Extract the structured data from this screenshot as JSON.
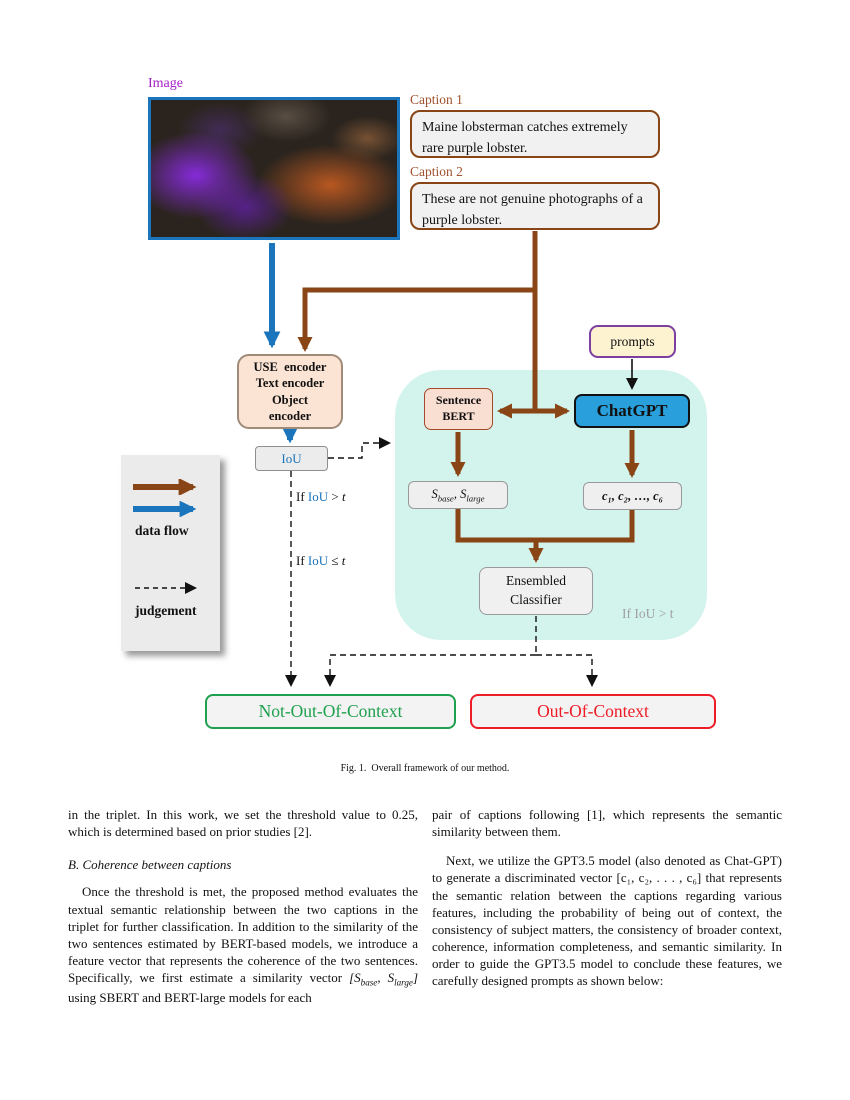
{
  "figure": {
    "image_label": "Image",
    "captions": {
      "label1": "Caption 1",
      "text1": "Maine lobsterman catches extremely rare purple lobster.",
      "label2": "Caption 2",
      "text2": "These are not genuine photographs of a purple lobster."
    },
    "prompts_label": "prompts",
    "use_encoder_lines": [
      "USE  encoder",
      "Text encoder",
      "Object",
      "encoder"
    ],
    "iou_label": "IoU",
    "sentence_bert_lines": [
      "Sentence",
      "BERT"
    ],
    "chatgpt_label": "ChatGPT",
    "svec": {
      "p1": "S",
      "s1": "base",
      "sep": ", ",
      "p2": "S",
      "s2": "large"
    },
    "cvec": "c₁, c₂, …, c₆",
    "ensembled_lines": [
      "Ensembled",
      "Classifier"
    ],
    "cond_gt": {
      "if": "If ",
      "iou": "IoU",
      "op": " > ",
      "t": "t"
    },
    "cond_le": {
      "if": "If ",
      "iou": "IoU",
      "op": " ≤ ",
      "t": "t"
    },
    "cond_inner": "If IoU > t",
    "legend": {
      "data_flow": "data flow",
      "judgement": "judgement"
    },
    "not_ooc": "Not-Out-Of-Context",
    "ooc": "Out-Of-Context",
    "caption": "Fig. 1.  Overall framework of our method."
  },
  "body": {
    "left": {
      "para1": "in the triplet. In this work, we set the threshold value to 0.25, which is determined based on prior studies [2].",
      "heading": "B. Coherence between captions",
      "para2_before": "Once the threshold is met, the proposed method evaluates the textual semantic relationship between the two captions in the triplet for further classification. In addition to the similarity of the two sentences estimated by BERT-based models, we introduce a feature vector that represents the coherence of the two sentences. Specifically, we first estimate a similarity vector ",
      "math": {
        "open": "[",
        "p1": "S",
        "s1": "base",
        "sep": ", ",
        "p2": "S",
        "s2": "large",
        "close": "]"
      },
      "para2_after": " using SBERT and BERT-large models for each"
    },
    "right": {
      "para1": "pair of captions following [1], which represents the semantic similarity between them.",
      "para2": "Next, we utilize the GPT3.5 model (also denoted as Chat-GPT) to generate a discriminated vector [c₁, c₂, . . . , c₆] that represents the semantic relation between the captions regarding various features, including the probability of being out of context, the consistency of subject matters, the consistency of broader context, coherence, information completeness, and semantic similarity. In order to guide the GPT3.5 model to conclude these features, we carefully designed prompts as shown below:"
    }
  }
}
